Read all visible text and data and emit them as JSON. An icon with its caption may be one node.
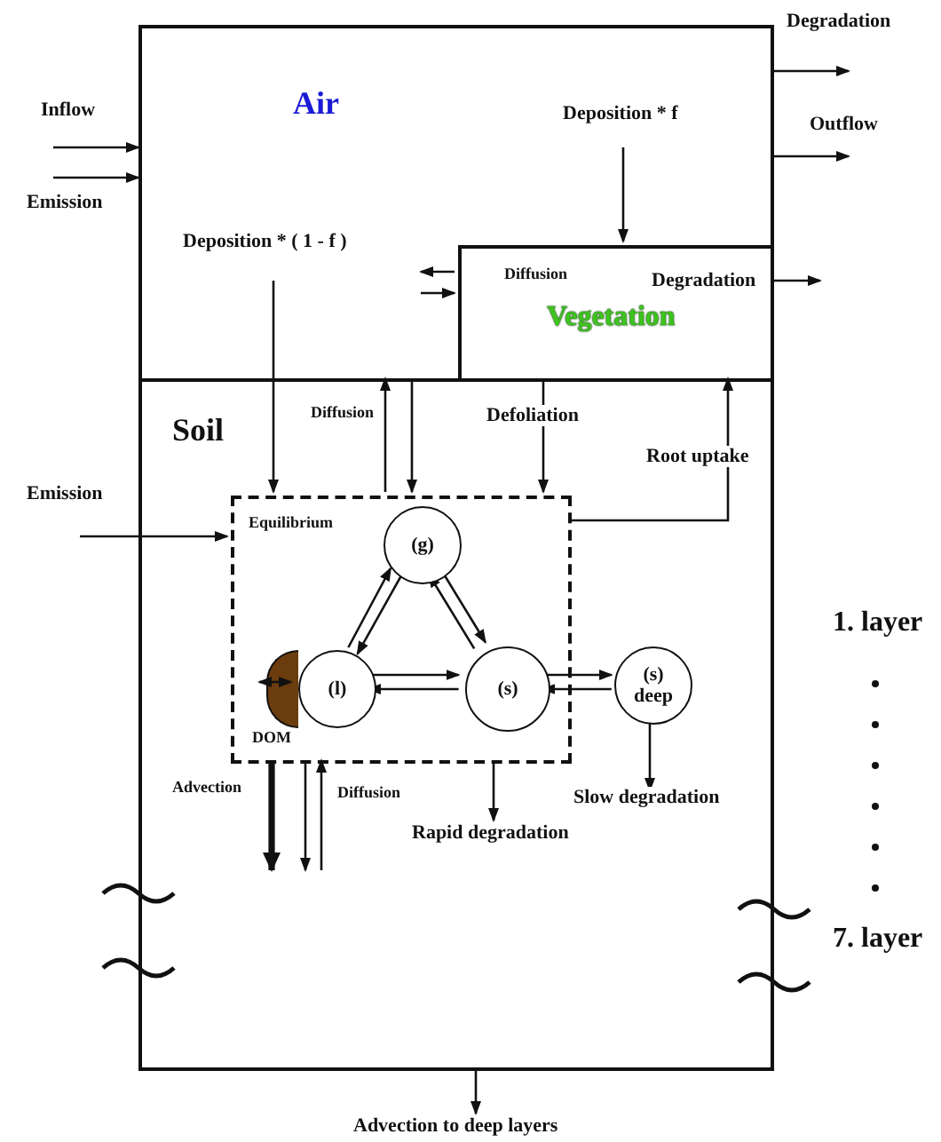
{
  "diagram": {
    "nodes": [
      {
        "text": [
          "Air"
        ]
      },
      {
        "text": [
          "Vegetation"
        ],
        "in": 0
      },
      {
        "text": [
          "Soil"
        ]
      },
      {
        "text": [
          "Equilibrium"
        ],
        "in": 2
      },
      {
        "text": [
          "(g)"
        ],
        "in": 3
      },
      {
        "text": [
          "DOM"
        ],
        "in": 3
      },
      {
        "text": [
          "(l)"
        ],
        "in": 3
      },
      {
        "text": [
          "(s)"
        ],
        "in": 3
      },
      {
        "text": [
          "(s) deep"
        ],
        "in": 2
      }
    ],
    "edges": [
      {
        "from": null,
        "to": 0,
        "arrow": "to",
        "label": "Inflow"
      },
      {
        "from": null,
        "to": 0,
        "arrow": "to",
        "label": "Emission"
      },
      {
        "from": 0,
        "to": null,
        "arrow": "to",
        "label": "Degradation"
      },
      {
        "from": 0,
        "to": null,
        "arrow": "to",
        "label": "Outflow"
      },
      {
        "from": null,
        "to": 1,
        "arrow": "to",
        "label": "Deposition * f"
      },
      {
        "from": 1,
        "to": null,
        "arrow": "to",
        "label": "Diffusion"
      },
      {
        "from": null,
        "to": 1,
        "arrow": "to"
      },
      {
        "from": 1,
        "to": null,
        "arrow": "to",
        "label": "Degradation"
      },
      {
        "from": null,
        "to": 3,
        "arrow": "to",
        "label": "Deposition * ( 1 - f )"
      },
      {
        "from": 3,
        "to": 0,
        "arrow": "to",
        "label": "Diffusion"
      },
      {
        "from": 0,
        "to": 3,
        "arrow": "to"
      },
      {
        "from": 1,
        "to": 3,
        "arrow": "to",
        "label": "Defoliation"
      },
      {
        "from": 3,
        "to": 1,
        "arrow": "to",
        "label": "Root uptake"
      },
      {
        "from": null,
        "to": 3,
        "arrow": "to",
        "label": "Emission"
      },
      {
        "from": 5,
        "to": 6,
        "arrow": "both"
      },
      {
        "from": 4,
        "to": 6,
        "arrow": "to"
      },
      {
        "from": 6,
        "to": 4,
        "arrow": "to"
      },
      {
        "from": 4,
        "to": 7,
        "arrow": "to"
      },
      {
        "from": 7,
        "to": 4,
        "arrow": "to"
      },
      {
        "from": 6,
        "to": 7,
        "arrow": "to"
      },
      {
        "from": 7,
        "to": 6,
        "arrow": "to"
      },
      {
        "from": 7,
        "to": 8,
        "arrow": "to"
      },
      {
        "from": 8,
        "to": 7,
        "arrow": "to"
      },
      {
        "from": 8,
        "to": null,
        "arrow": "to",
        "label": "Slow degradation"
      },
      {
        "from": 3,
        "to": null,
        "arrow": "to",
        "label": "Advection",
        "style": "thick"
      },
      {
        "from": 3,
        "to": null,
        "arrow": "to"
      },
      {
        "from": null,
        "to": 3,
        "arrow": "to",
        "label": "Diffusion"
      },
      {
        "from": 3,
        "to": null,
        "arrow": "to",
        "label": "Rapid degradation"
      },
      {
        "from": 2,
        "to": null,
        "arrow": "to",
        "label": "Advection to deep layers"
      }
    ],
    "labels": [
      "1. layer",
      "7. layer"
    ]
  }
}
